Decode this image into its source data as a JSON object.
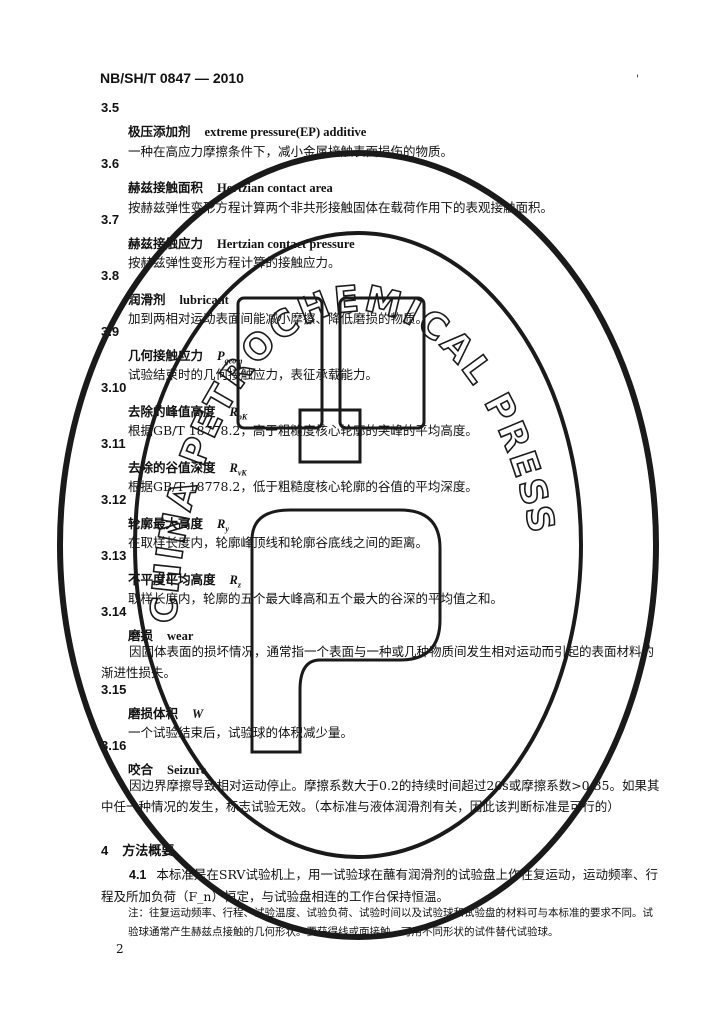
{
  "header": {
    "std_code": "NB/SH/T 0847 — 2010",
    "tick": "'"
  },
  "entries": [
    {
      "num": "3.5",
      "term_cn": "极压添加剂",
      "term_en": "extreme pressure(EP) additive",
      "definition": "一种在高应力摩擦条件下，减小金属接触表面损伤的物质。"
    },
    {
      "num": "3.6",
      "term_cn": "赫兹接触面积",
      "term_en": "Hertzian contact area",
      "definition": "按赫兹弹性变形方程计算两个非共形接触固体在载荷作用下的表观接触面积。"
    },
    {
      "num": "3.7",
      "term_cn": "赫兹接触应力",
      "term_en": "Hertzian contact pressure",
      "definition": "按赫兹弹性变形方程计算的接触应力。"
    },
    {
      "num": "3.8",
      "term_cn": "润滑剂",
      "term_en": "lubricant",
      "definition": "加到两相对运动表面间能减小摩擦、降低磨损的物质。"
    },
    {
      "num": "3.9",
      "term_cn": "几何接触应力",
      "symbol": "P",
      "symbol_sub": "geom",
      "definition": "试验结束时的几何接触应力，表征承载能力。"
    },
    {
      "num": "3.10",
      "term_cn": "去除的峰值高度",
      "symbol": "R",
      "symbol_sub": "pK",
      "definition": "根据GB/T 18778.2，高于粗糙度核心轮廓的突峰的平均高度。"
    },
    {
      "num": "3.11",
      "term_cn": "去除的谷值深度",
      "symbol": "R",
      "symbol_sub": "vK",
      "definition": "根据GB/T 18778.2，低于粗糙度核心轮廓的谷值的平均深度。"
    },
    {
      "num": "3.12",
      "term_cn": "轮廓最大高度",
      "symbol": "R",
      "symbol_sub": "y",
      "definition": "在取样长度内，轮廓峰顶线和轮廓谷底线之间的距离。"
    },
    {
      "num": "3.13",
      "term_cn": "不平度平均高度",
      "symbol": "R",
      "symbol_sub": "z",
      "definition": "取样长度内，轮廓的五个最大峰高和五个最大的谷深的平均值之和。"
    },
    {
      "num": "3.14",
      "term_cn": "磨损",
      "term_en": "wear",
      "definition_para": "因固体表面的损坏情况，通常指一个表面与一种或几种物质间发生相对运动而引起的表面材料的渐进性损失。"
    },
    {
      "num": "3.15",
      "term_cn": "磨损体积",
      "symbol": "W",
      "definition": "一个试验结束后，试验球的体积减少量。"
    },
    {
      "num": "3.16",
      "term_cn": "咬合",
      "term_en": "Seizure",
      "definition_para": "因边界摩擦导致相对运动停止。摩擦系数大于0.2的持续时间超过20s或摩擦系数>0.35。如果其中任一种情况的发生，标志试验无效。（本标准与液体润滑剂有关，因此该判断标准是可行的）"
    }
  ],
  "section4": {
    "num": "4",
    "title": "方法概要",
    "clause_num": "4.1",
    "clause_text": "本标准是在SRV试验机上，用一试验球在蘸有润滑剂的试验盘上作往复运动，运动频率、行程及所加负荷（F_n）恒定，与试验盘相连的工作台保持恒温。",
    "note": "注：往复运动频率、行程、试验温度、试验负荷、试验时间以及试验球和试验盘的材料可与本标准的要求不同。试验球通常产生赫兹点接触的几何形状。要获得线或面接触，可用不同形状的试件替代试验球。"
  },
  "page_number": "2",
  "stamp": {
    "text": "CHINA PETROCHEMICAL PRESS",
    "color": "#1a1a1a"
  }
}
